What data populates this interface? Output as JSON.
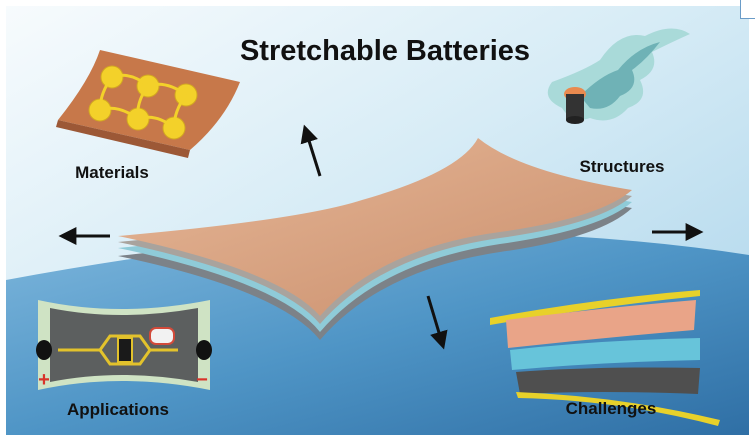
{
  "figure": {
    "title": "Stretchable Batteries",
    "labels": {
      "materials": "Materials",
      "structures": "Structures",
      "applications": "Applications",
      "challenges": "Challenges"
    },
    "polarity": {
      "plus": "+",
      "minus": "−"
    }
  },
  "colors": {
    "sky_top": "#bfe0f0",
    "sea": "#4f95c6",
    "film_top": "#d9a98a",
    "film_blue": "#8cc9d8",
    "film_gray": "#8a8f94",
    "gold": "#e2c22c",
    "copper": "#c97d4e"
  }
}
